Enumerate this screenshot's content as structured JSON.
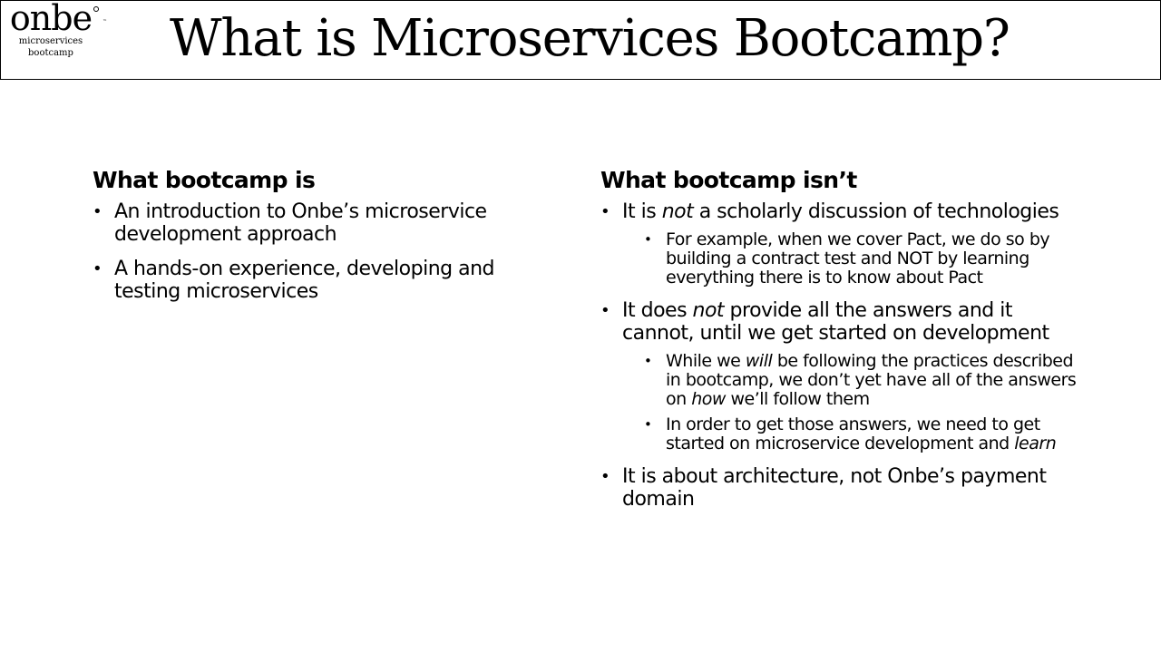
{
  "logo": {
    "word": "onbe",
    "tm": "™",
    "sub1": "microservices",
    "sub2": "bootcamp"
  },
  "title": "What is Microservices Bootcamp?",
  "left": {
    "heading": "What bootcamp is",
    "bullets": [
      "An introduction to Onbe’s microservice development approach",
      "A hands-on experience, developing and testing microservices"
    ]
  },
  "right": {
    "heading": "What bootcamp isn’t",
    "b1": {
      "pre": "It is ",
      "em": "not",
      "post": " a scholarly discussion of technologies"
    },
    "b1_sub": "For example, when we cover Pact, we do so by building a contract test and NOT by learning everything there is to know about Pact",
    "b2": {
      "pre": "It does ",
      "em": "not",
      "post": " provide all the answers and it cannot, until we get started on development"
    },
    "b2_sub1": {
      "pre": "While we ",
      "em1": "will",
      "mid": " be following the practices described in bootcamp, we don’t yet have all of the answers on ",
      "em2": "how",
      "post": " we’ll follow them"
    },
    "b2_sub2": {
      "pre": "In order to get those answers, we need to get started on microservice development and ",
      "em": "learn"
    },
    "b3": "It is about architecture, not Onbe’s payment domain"
  }
}
